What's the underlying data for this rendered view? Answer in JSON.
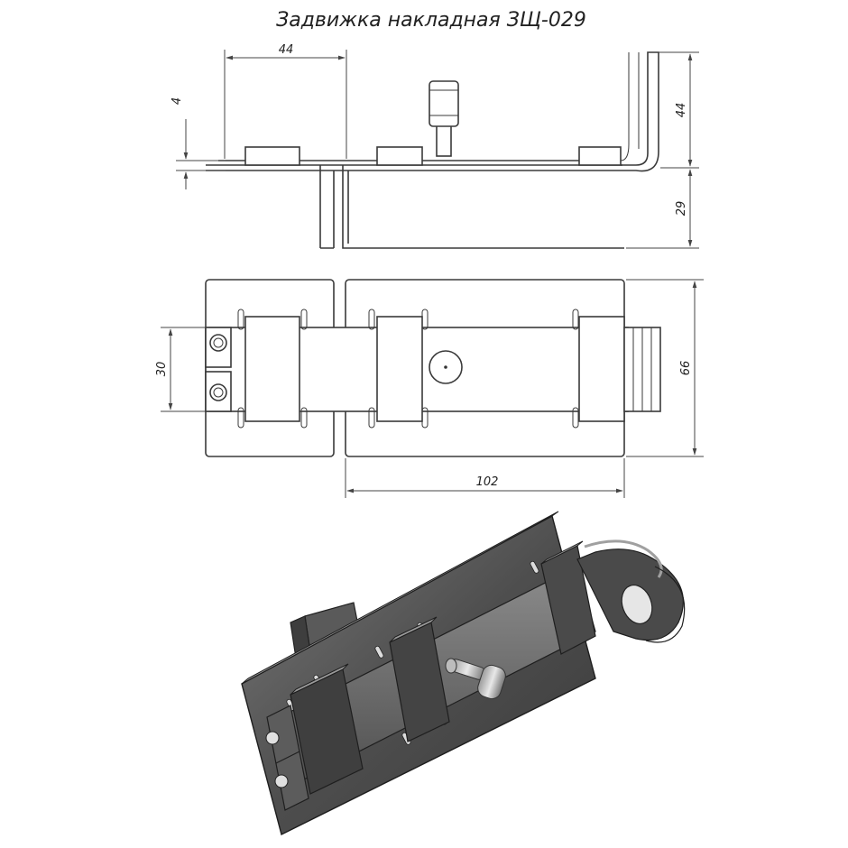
{
  "title": "Задвижка накладная ЗЩ-029",
  "dimensions": {
    "top_width": "44",
    "plate_thickness": "4",
    "bracket_height": "44",
    "strike_depth": "29",
    "bolt_width": "30",
    "plate_height": "66",
    "plate_length": "102"
  },
  "colors": {
    "line": "#3a3a3a",
    "metal_dark": "#4a4a4a",
    "metal_mid": "#6b6b6b",
    "metal_light": "#8a8a8a",
    "background": "#ffffff"
  }
}
